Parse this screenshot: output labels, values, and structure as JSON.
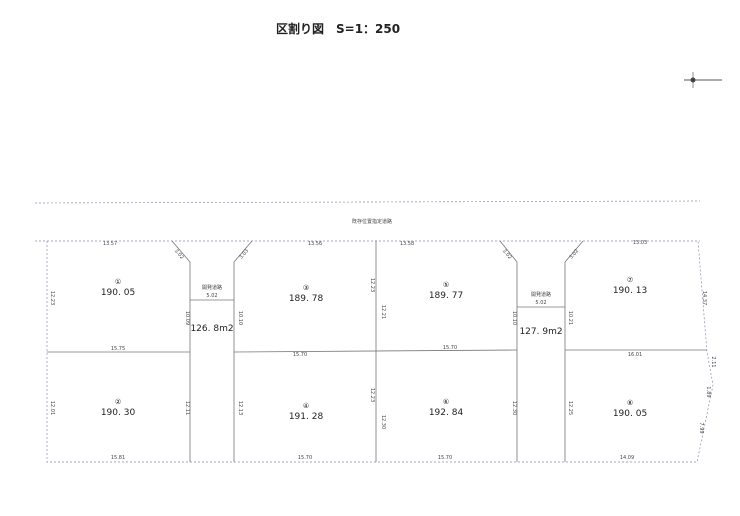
{
  "title": "区割り図　S=1：250",
  "road_label": "既存位置指定道路",
  "dev_roads": [
    {
      "label": "開発道路",
      "width": "5.02",
      "area": "126. 8m2"
    },
    {
      "label": "開発道路",
      "width": "5.02",
      "area": "127. 9m2"
    }
  ],
  "lots": [
    {
      "no": "①",
      "area": "190. 05"
    },
    {
      "no": "②",
      "area": "190. 30"
    },
    {
      "no": "③",
      "area": "189. 78"
    },
    {
      "no": "④",
      "area": "191. 28"
    },
    {
      "no": "⑤",
      "area": "189. 77"
    },
    {
      "no": "⑥",
      "area": "192. 84"
    },
    {
      "no": "⑦",
      "area": "190. 13"
    },
    {
      "no": "⑧",
      "area": "190. 05"
    }
  ],
  "dims": {
    "top": [
      "13.57",
      "13.56",
      "13.58",
      "13.03"
    ],
    "chamfer": [
      "3.02",
      "3.03",
      "3.02",
      "3.02"
    ],
    "middle": [
      "15.75",
      "15.70",
      "15.70",
      "16.01"
    ],
    "bottom": [
      "15.81",
      "15.70",
      "15.70",
      "14.09"
    ],
    "upper_sides": [
      "12.23",
      "10.09",
      "10.10",
      "12.23",
      "12.21",
      "10.10",
      "10.21",
      "14.37"
    ],
    "lower_sides": [
      "12.01",
      "12.11",
      "12.13",
      "12.23",
      "12.30",
      "12.30",
      "12.25",
      "2.11",
      "1.89",
      "7.99"
    ]
  }
}
